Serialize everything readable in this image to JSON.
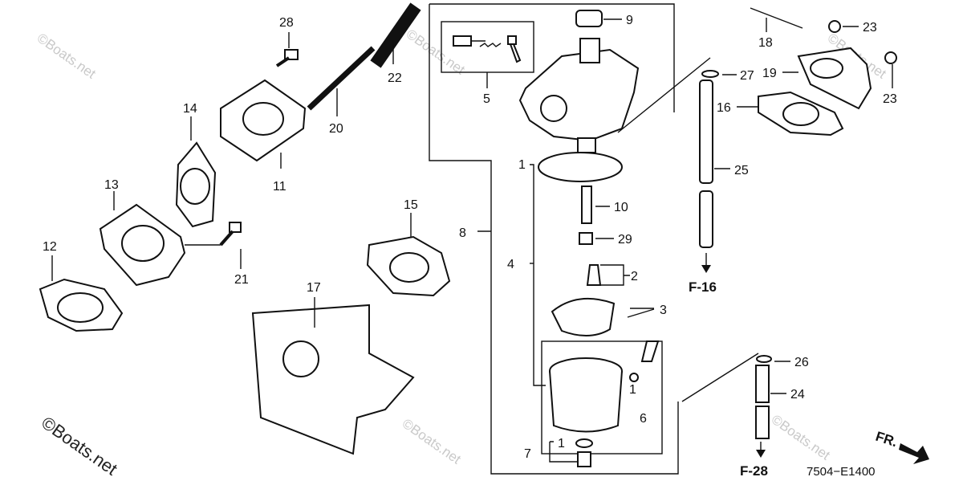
{
  "diagram": {
    "parts": [
      {
        "key": "p1a",
        "label": "1"
      },
      {
        "key": "p1b",
        "label": "1"
      },
      {
        "key": "p1c",
        "label": "1"
      },
      {
        "key": "p2",
        "label": "2"
      },
      {
        "key": "p3",
        "label": "3"
      },
      {
        "key": "p4",
        "label": "4"
      },
      {
        "key": "p5",
        "label": "5"
      },
      {
        "key": "p6",
        "label": "6"
      },
      {
        "key": "p7",
        "label": "7"
      },
      {
        "key": "p8",
        "label": "8"
      },
      {
        "key": "p9",
        "label": "9"
      },
      {
        "key": "p10",
        "label": "10"
      },
      {
        "key": "p11",
        "label": "11"
      },
      {
        "key": "p12",
        "label": "12"
      },
      {
        "key": "p13",
        "label": "13"
      },
      {
        "key": "p14",
        "label": "14"
      },
      {
        "key": "p15",
        "label": "15"
      },
      {
        "key": "p16",
        "label": "16"
      },
      {
        "key": "p17",
        "label": "17"
      },
      {
        "key": "p18",
        "label": "18"
      },
      {
        "key": "p19",
        "label": "19"
      },
      {
        "key": "p20",
        "label": "20"
      },
      {
        "key": "p21",
        "label": "21"
      },
      {
        "key": "p22",
        "label": "22"
      },
      {
        "key": "p23a",
        "label": "23"
      },
      {
        "key": "p23b",
        "label": "23"
      },
      {
        "key": "p24",
        "label": "24"
      },
      {
        "key": "p25",
        "label": "25"
      },
      {
        "key": "p26",
        "label": "26"
      },
      {
        "key": "p27",
        "label": "27"
      },
      {
        "key": "p28",
        "label": "28"
      },
      {
        "key": "p29",
        "label": "29"
      }
    ],
    "refs": {
      "f16": "F-16",
      "f28": "F-28",
      "fr": "FR."
    },
    "code": "7504−E1400",
    "watermark": "©Boats.net"
  }
}
